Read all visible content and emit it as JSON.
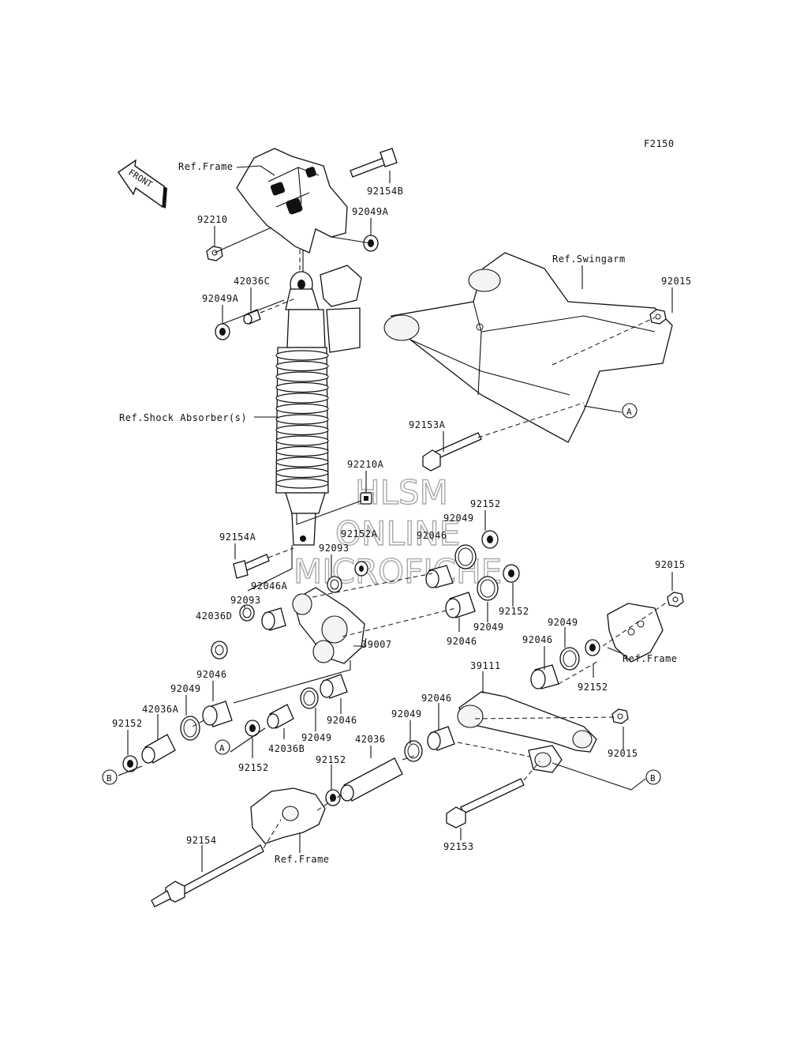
{
  "diagram_id": "F2150",
  "front_marker": "FRONT",
  "watermark": [
    "HLSM",
    "ONLINE",
    "MICROFICHE"
  ],
  "callouts": [
    "A",
    "A",
    "B",
    "B"
  ],
  "labels": {
    "ref_frame_top": "Ref.Frame",
    "p92154B": "92154B",
    "p92210": "92210",
    "p92049A_top": "92049A",
    "p42036C": "42036C",
    "p92049A_left": "92049A",
    "ref_swingarm": "Ref.Swingarm",
    "p92015_top": "92015",
    "ref_shock": "Ref.Shock Absorber(s)",
    "p92153A": "92153A",
    "p92210A": "92210A",
    "p92152_a": "92152",
    "p92049_a": "92049",
    "p92046_a": "92046",
    "p92152A": "92152A",
    "p92093_a": "92093",
    "p92154A": "92154A",
    "p92046A": "92046A",
    "p92093_b": "92093",
    "p42036D": "42036D",
    "p92152_b": "92152",
    "p92049_b": "92049",
    "p92046_b": "92046",
    "p39007": "39007",
    "p92015_mid": "92015",
    "p92049_c": "92049",
    "p92046_c": "92046",
    "p92152_c": "92152",
    "ref_frame_right": "Ref.Frame",
    "p39111": "39111",
    "p92046_d": "92046",
    "p92049_d": "92049",
    "p42036A": "42036A",
    "p92152_d": "92152",
    "p92046_e": "92046",
    "p92049_e": "92049",
    "p42036B": "42036B",
    "p92152_e": "92152",
    "p92046_f": "92046",
    "p92049_f": "92049",
    "p42036": "42036",
    "p92152_f": "92152",
    "p92015_bot": "92015",
    "p92153": "92153",
    "p92154": "92154",
    "ref_frame_bottom": "Ref.Frame"
  }
}
